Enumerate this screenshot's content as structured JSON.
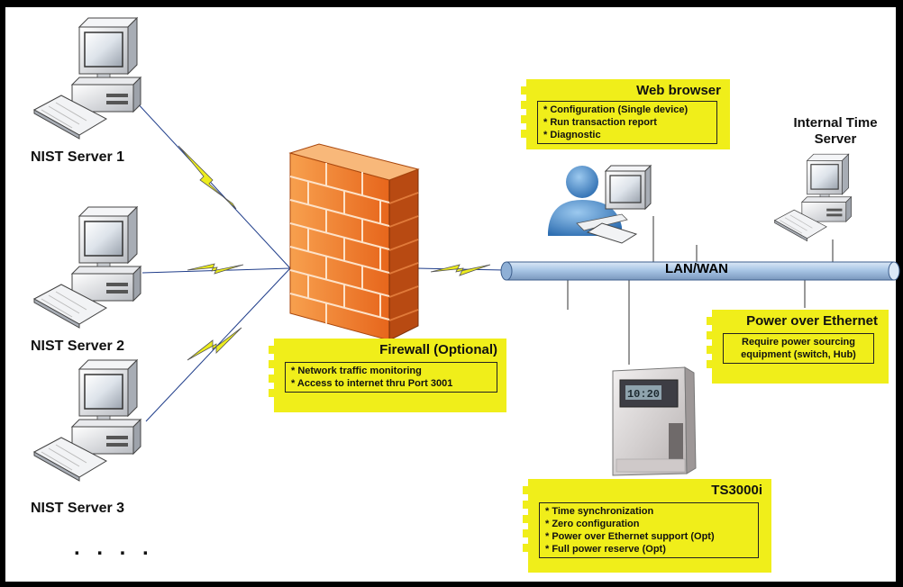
{
  "servers": [
    {
      "label": "NIST Server 1"
    },
    {
      "label": "NIST Server 2"
    },
    {
      "label": "NIST Server 3"
    }
  ],
  "ellipsis": ". . . .",
  "network_label": "LAN/WAN",
  "internal_time_server": "Internal Time\nServer",
  "firewall_note": {
    "title": "Firewall (Optional)",
    "items": [
      "* Network traffic monitoring",
      "* Access to internet thru Port 3001"
    ]
  },
  "web_browser_note": {
    "title": "Web browser",
    "items": [
      "* Configuration (Single device)",
      "* Run transaction report",
      "* Diagnostic"
    ]
  },
  "poe_note": {
    "title": "Power over Ethernet",
    "items": [
      "Require power sourcing",
      "equipment (switch, Hub)"
    ]
  },
  "device_note": {
    "title": "TS3000i",
    "items": [
      "* Time synchronization",
      "* Zero configuration",
      "* Power over Ethernet support (Opt)",
      "* Full power reserve (Opt)"
    ]
  },
  "device_display": "10:20",
  "colors": {
    "note_fill": "#f0ee1a",
    "lan_pipe": "#a9c6e6",
    "firewall": "#f07a2a",
    "lightning": "#ecec1e",
    "link_line": "#1f3d8a"
  },
  "icons": [
    "computer-icon",
    "user-icon",
    "firewall-icon",
    "time-clock-device-icon",
    "lightning-icon"
  ]
}
